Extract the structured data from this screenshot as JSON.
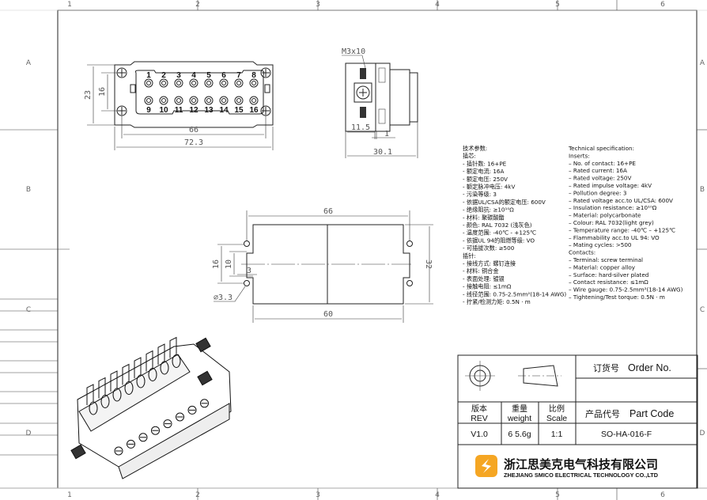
{
  "grid": {
    "columns": [
      "1",
      "2",
      "3",
      "4",
      "5",
      "6"
    ],
    "rows": [
      "A",
      "B",
      "C",
      "D"
    ]
  },
  "front_view": {
    "pins_top": [
      "1",
      "2",
      "3",
      "4",
      "5",
      "6",
      "7",
      "8"
    ],
    "pins_bottom": [
      "9",
      "10",
      "11",
      "12",
      "13",
      "14",
      "15",
      "16"
    ],
    "dims": {
      "height_outer": "23",
      "height_inner": "16",
      "width_holes": "66",
      "width_total": "72.3"
    }
  },
  "side_view": {
    "screw_label": "M3x10",
    "dims": {
      "a": "11.5",
      "b": "1",
      "total": "30.1"
    }
  },
  "cutout_view": {
    "dims": {
      "top": "66",
      "bottom": "60",
      "right": "32",
      "left_outer": "16",
      "left_inner": "10",
      "offset": "3",
      "hole": "∅3.3"
    }
  },
  "spec_cn": [
    "技术参数:",
    "插芯:",
    "- 插针数: 16+PE",
    "- 额定电流: 16A",
    "- 额定电压: 250V",
    "- 额定脉冲电压: 4kV",
    "- 污染等级: 3",
    "- 依据UL/CSA的额定电压: 600V",
    "- 绝缘阻抗: ≥10¹⁰Ω",
    "- 材料: 聚碳酸酯",
    "- 颜色: RAL 7032 (浅灰色)",
    "- 温度范围: -40℃ - +125℃",
    "- 依据UL 94的阻燃等级: VO",
    "- 可插拔次数: ≥500",
    "插针:",
    "- 接线方式: 螺钉连接",
    "- 材料: 铜合金",
    "- 表面处理: 镀银",
    "- 接触电阻: ≤1mΩ",
    "- 线径范围: 0.75-2.5mm²(18-14 AWG)",
    "- 拧紧/检测力矩: 0.5N · m"
  ],
  "spec_en": [
    "Technical specification:",
    "Inserts:",
    "– No. of contact: 16+PE",
    "– Rated current: 16A",
    "– Rated voltage: 250V",
    "– Rated impulse voltage: 4kV",
    "– Pollution degree: 3",
    "– Rated voltage acc.to UL/CSA: 600V",
    "– Insulation resistance: ≥10¹⁰Ω",
    "– Material: polycarbonate",
    "– Colour: RAL 7032(light grey)",
    "– Temperature range: -40℃ – +125℃",
    "– Flammability acc.to UL 94: VO",
    "– Mating cycles: >500",
    "Contacts:",
    "– Terminal: screw terminal",
    "– Material: copper alloy",
    "– Surface: hard-silver plated",
    "– Contact resistance: ≤1mΩ",
    "– Wire gauge: 0.75-2.5mm²(18-14 AWG)",
    "– Tightening/Test torque: 0.5N · m"
  ],
  "title_block": {
    "order_no_cn": "订货号",
    "order_no_en": "Order No.",
    "rev_cn": "版本",
    "rev_en": "REV",
    "weight_cn": "重量",
    "weight_en": "weight",
    "scale_cn": "比例",
    "scale_en": "Scale",
    "part_code_cn": "产品代号",
    "part_code_en": "Part Code",
    "rev_value": "V1.0",
    "weight_value": "6 5.6g",
    "scale_value": "1:1",
    "part_code_value": "SO-HA-016-F",
    "company_cn": "浙江思美克电气科技有限公司",
    "company_en": "ZHEJIANG SMICO ELECTRICAL TECHNOLOGY CO.,LTD",
    "logo_color": "#f5a623"
  }
}
